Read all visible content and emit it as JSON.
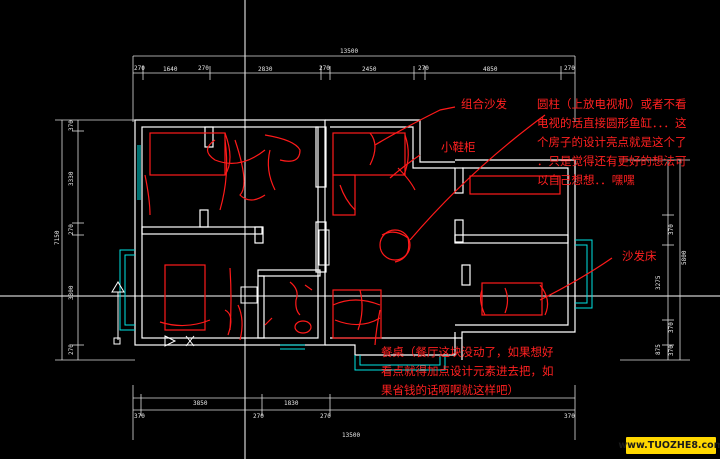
{
  "dimensions": {
    "top_total": "13500",
    "top_segments": [
      "270",
      "1640",
      "270",
      "2830",
      "270",
      "2450",
      "270",
      "4850",
      "270"
    ],
    "bottom_total": "13500",
    "bottom_segments": [
      "370",
      "3850",
      "270",
      "1830",
      "270",
      "370"
    ],
    "left_total": "7150",
    "left_segments": [
      "370",
      "3330",
      "270",
      "3300",
      "270"
    ],
    "right_total": "5800",
    "right_segments": [
      "370",
      "3275",
      "370",
      "875",
      "370"
    ]
  },
  "annotations": {
    "combo_sofa": "组合沙发",
    "shoe_cabinet": "小鞋柜",
    "column_lines": [
      "圆柱（上放电视机）或者不看",
      "电视的话直接圆形鱼缸．．．这",
      "个房子的设计亮点就是这个了",
      "．只是觉得还有更好的想法可",
      "以自己想想．．嘿嘿"
    ],
    "sofa_bed": "沙发床",
    "dining_lines": [
      "餐桌（餐厅这块没动了，如果想好",
      "看点就得加点设计元素进去把，如",
      "果省钱的话啊啊就这样吧）"
    ]
  },
  "watermark": "www.TUOZHE8.com",
  "colors": {
    "background": "#000000",
    "walls": "#ffffff",
    "furniture": "#ff1a1a",
    "windows": "#00e5e5",
    "dimension_lines": "#e0e0e0",
    "watermark_bg": "#ffd800"
  }
}
